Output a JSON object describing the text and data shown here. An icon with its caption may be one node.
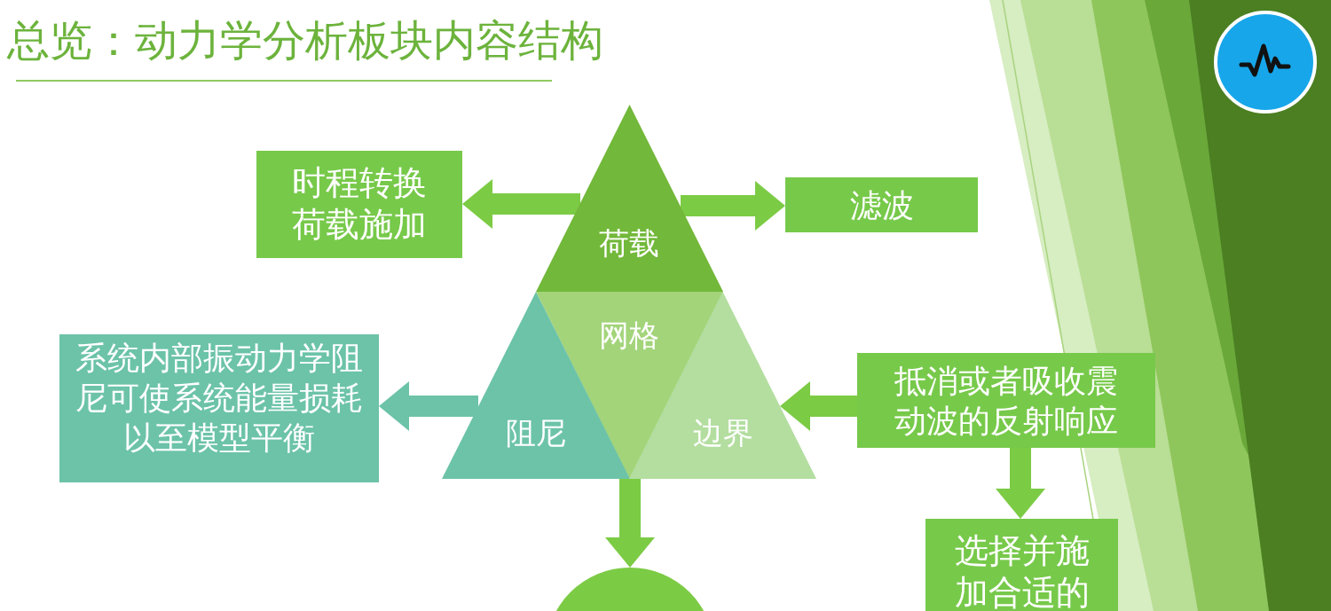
{
  "diagram": {
    "title": "总览：动力学分析板块内容结构",
    "nodes": [
      {
        "text": [
          "荷载"
        ]
      },
      {
        "text": [
          "网格"
        ]
      },
      {
        "text": [
          "阻尼"
        ]
      },
      {
        "text": [
          "边界"
        ]
      },
      {
        "text": [
          "时程转换荷载施加"
        ]
      },
      {
        "text": [
          "滤波"
        ]
      },
      {
        "text": [
          "系统内部振动力学阻尼可使系统能量损耗以至模型平衡"
        ]
      },
      {
        "text": [
          "抵消或者吸收震动波的反射响应"
        ]
      },
      {
        "text": [
          "选择并施加合适的"
        ]
      },
      {
        "text": [],
        "shape": "circle"
      }
    ],
    "edges": [
      {
        "from": 0,
        "to": 4,
        "arrow": "to"
      },
      {
        "from": 0,
        "to": 5,
        "arrow": "to"
      },
      {
        "from": 2,
        "to": 6,
        "arrow": "to",
        "color": "#6cc3a8"
      },
      {
        "from": 7,
        "to": 3,
        "arrow": "to"
      },
      {
        "from": 7,
        "to": 8,
        "arrow": "to"
      },
      {
        "from": 1,
        "to": 9,
        "arrow": "to"
      }
    ]
  }
}
